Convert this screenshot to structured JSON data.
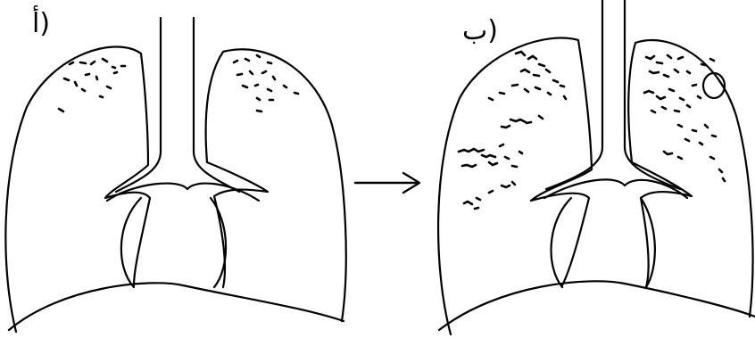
{
  "panels": [
    {
      "id": "a",
      "label": "أ)"
    },
    {
      "id": "b",
      "label": "ب)"
    }
  ],
  "colors": {
    "line": "#000000",
    "background": "#ffffff"
  },
  "arrow": {
    "direction": "right"
  }
}
